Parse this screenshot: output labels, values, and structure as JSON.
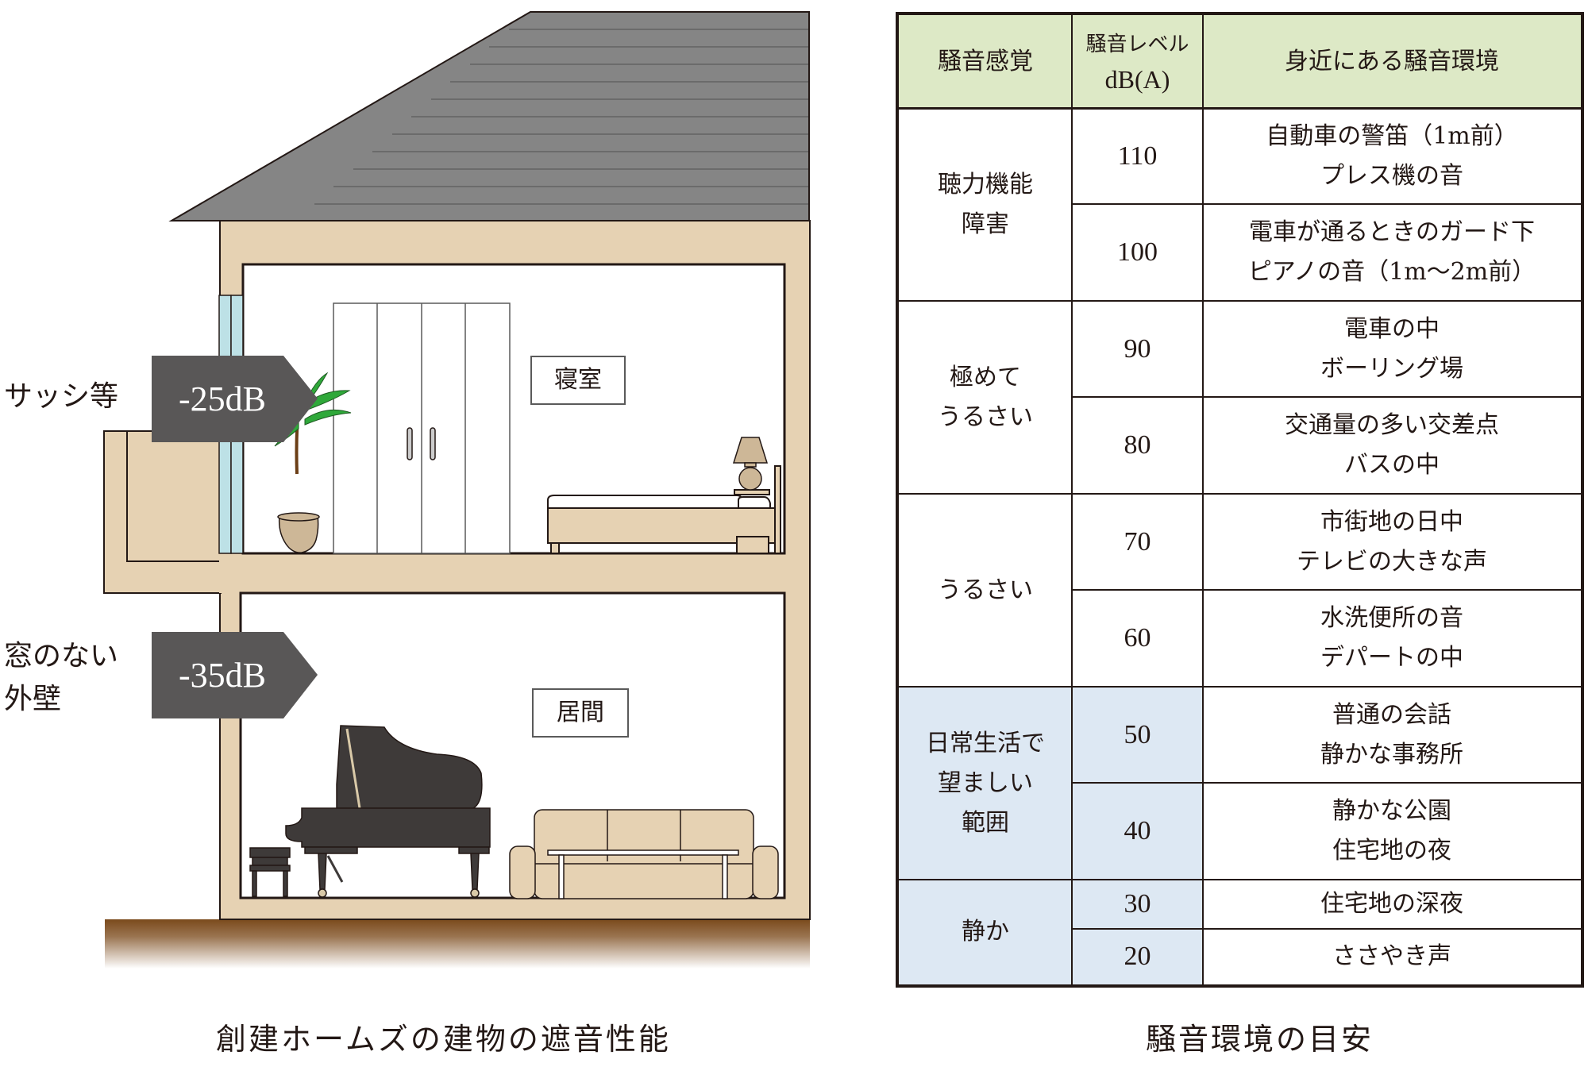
{
  "diagram": {
    "caption": "創建ホームズの建物の遮音性能",
    "side_labels": [
      {
        "id": "sash",
        "text": "サッシ等"
      },
      {
        "id": "wall_line1",
        "text": "窓のない"
      },
      {
        "id": "wall_line2",
        "text": "外壁"
      }
    ],
    "badges": [
      {
        "id": "upper",
        "text": "-25dB",
        "color": "#595757"
      },
      {
        "id": "lower",
        "text": "-35dB",
        "color": "#595757"
      }
    ],
    "rooms": [
      {
        "id": "bedroom",
        "label": "寝室"
      },
      {
        "id": "living",
        "label": "居間"
      }
    ],
    "colors": {
      "roof": "#858585",
      "roof_stripe": "#6b6b6b",
      "wall": "#e6d2b3",
      "glass": "#bde1e6",
      "ground_top": "#7a4a1c",
      "outline": "#231815",
      "furniture": "#e6d2b3",
      "piano": "#3e3a39",
      "plant": "#2fa83a"
    }
  },
  "table": {
    "caption": "騒音環境の目安",
    "header": {
      "col1": "騒音感覚",
      "col2_line1": "騒音レベル",
      "col2_line2": "dB(A)",
      "col3": "身近にある騒音環境"
    },
    "colors": {
      "header_bg": "#dde9c6",
      "comfort_bg": "#dde8f3"
    },
    "groups": [
      {
        "label": "聴力機能\n障害"
      },
      {
        "label": "極めて\nうるさい"
      },
      {
        "label": "うるさい"
      },
      {
        "label": "日常生活で\n望ましい\n範囲"
      },
      {
        "label": "静か"
      }
    ],
    "rows": [
      {
        "level": "110",
        "examples": "自動車の警笛（1m前）\nプレス機の音"
      },
      {
        "level": "100",
        "examples": "電車が通るときのガード下\nピアノの音（1m〜2m前）"
      },
      {
        "level": "90",
        "examples": "電車の中\nボーリング場"
      },
      {
        "level": "80",
        "examples": "交通量の多い交差点\nバスの中"
      },
      {
        "level": "70",
        "examples": "市街地の日中\nテレビの大きな声"
      },
      {
        "level": "60",
        "examples": "水洗便所の音\nデパートの中"
      },
      {
        "level": "50",
        "examples": "普通の会話\n静かな事務所"
      },
      {
        "level": "40",
        "examples": "静かな公園\n住宅地の夜"
      },
      {
        "level": "30",
        "examples": "住宅地の深夜"
      },
      {
        "level": "20",
        "examples": "ささやき声"
      }
    ]
  }
}
